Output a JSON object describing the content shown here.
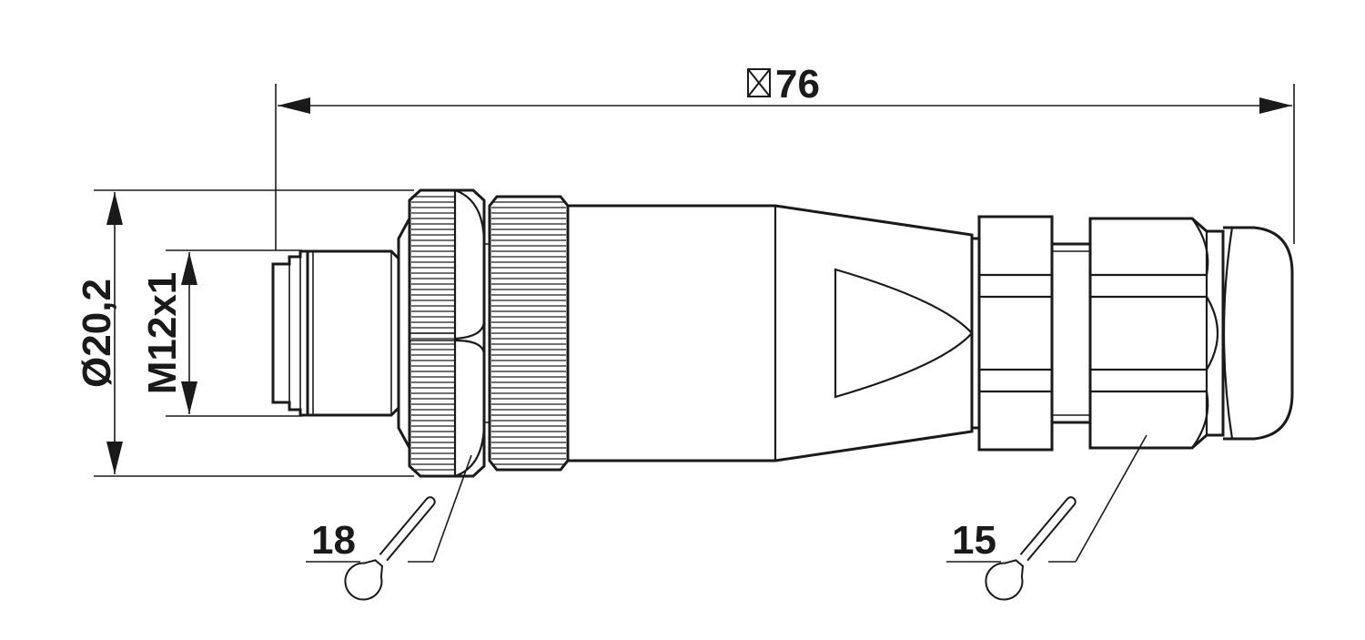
{
  "dimensions": {
    "overall_length": "76",
    "outer_diameter": "Ø20,2",
    "thread": "M12x1",
    "wrench_left": "18",
    "wrench_right": "15"
  },
  "colors": {
    "line": "#1a1a1a",
    "background": "#ffffff"
  },
  "icons": {
    "length_symbol": "approx-square-icon",
    "wrench": "open-end-wrench-icon"
  }
}
